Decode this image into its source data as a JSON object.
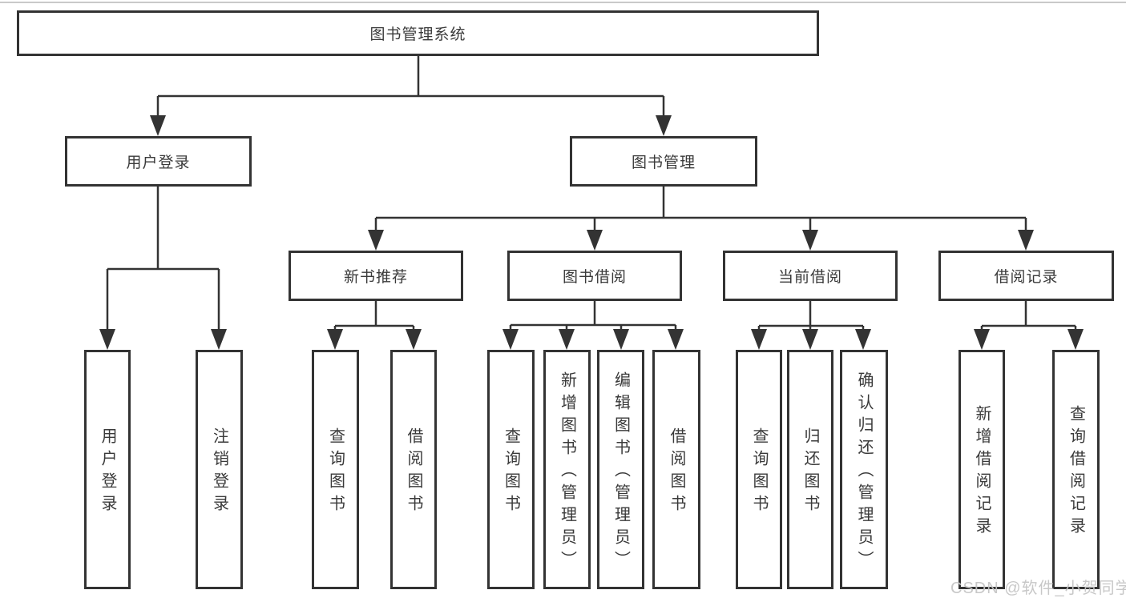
{
  "diagram": {
    "root": {
      "label": "图书管理系统"
    },
    "branches": [
      {
        "label": "用户登录",
        "children": [
          {
            "label": "用户登录"
          },
          {
            "label": "注销登录"
          }
        ]
      },
      {
        "label": "图书管理",
        "children": [
          {
            "label": "新书推荐",
            "children": [
              {
                "label": "查询图书"
              },
              {
                "label": "借阅图书"
              }
            ]
          },
          {
            "label": "图书借阅",
            "children": [
              {
                "label": "查询图书"
              },
              {
                "label": "新增图书（管理员）"
              },
              {
                "label": "编辑图书（管理员）"
              },
              {
                "label": "借阅图书"
              }
            ]
          },
          {
            "label": "当前借阅",
            "children": [
              {
                "label": "查询图书"
              },
              {
                "label": "归还图书"
              },
              {
                "label": "确认归还（管理员）"
              }
            ]
          },
          {
            "label": "借阅记录",
            "children": [
              {
                "label": "新增借阅记录"
              },
              {
                "label": "查询借阅记录"
              }
            ]
          }
        ]
      }
    ],
    "watermark": "CSDN @软件_小贺同学",
    "colors": {
      "line": "#333333",
      "text": "#3a3a3a",
      "watermark": "#c5c5c5",
      "background": "#ffffff"
    }
  }
}
